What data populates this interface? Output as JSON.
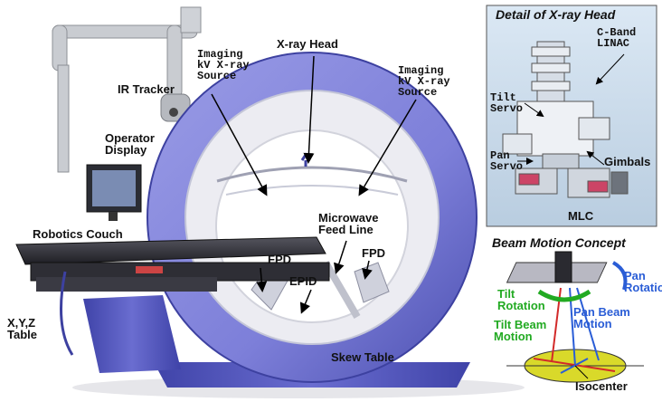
{
  "colors": {
    "ring": "#7d7fd9",
    "ring_dark": "#4b4fb0",
    "inner_white": "#f1f1f4",
    "couch_dark": "#2a2a30",
    "base_blue": "#5558c2",
    "panel_bg": "#cfe0ef",
    "ellipse_fill": "#d9d92a",
    "arrow_green": "#22aa22",
    "arrow_blue": "#2a5dd6",
    "arrow_red": "#d22a2a"
  },
  "labels": {
    "ir_tracker": "IR Tracker",
    "operator_display": "Operator\nDisplay",
    "robotics_couch": "Robotics Couch",
    "xyz_table": "X,Y,Z\nTable",
    "imaging_source_left": "Imaging\nkV X-ray\nSource",
    "xray_head": "X-ray Head",
    "imaging_source_right": "Imaging\nkV X-ray\nSource",
    "microwave_feed_line": "Microwave\nFeed Line",
    "fpd_left": "FPD",
    "fpd_right": "FPD",
    "epid": "EPID",
    "skew_table": "Skew Table"
  },
  "detail_panel": {
    "title": "Detail of X-ray Head",
    "c_band_linac": "C-Band\nLINAC",
    "tilt_servo": "Tilt\nServo",
    "pan_servo": "Pan\nServo",
    "gimbals": "Gimbals",
    "mlc": "MLC"
  },
  "beam_concept": {
    "title": "Beam Motion Concept",
    "pan_rotation": "Pan\nRotation",
    "tilt_rotation": "Tilt\nRotation",
    "tilt_beam_motion": "Tilt Beam\nMotion",
    "pan_beam_motion": "Pan Beam\nMotion",
    "isocenter": "Isocenter"
  }
}
